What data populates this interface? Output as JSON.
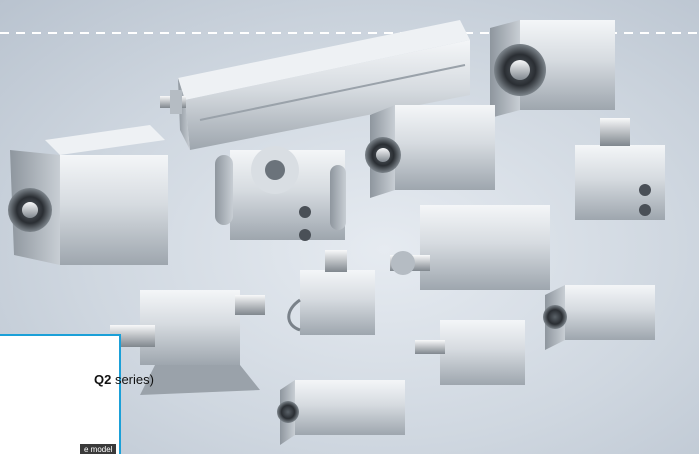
{
  "caption": {
    "series_bold": "Q2",
    "series_rest": " series)",
    "badge": "e model"
  },
  "colors": {
    "frame_accent": "#1ba0d8",
    "dash": "#ffffff",
    "background_center": "#e6ebf1",
    "background_edge": "#b9c3cf"
  },
  "icons": {
    "products": "compact-pneumatic-cylinders"
  }
}
